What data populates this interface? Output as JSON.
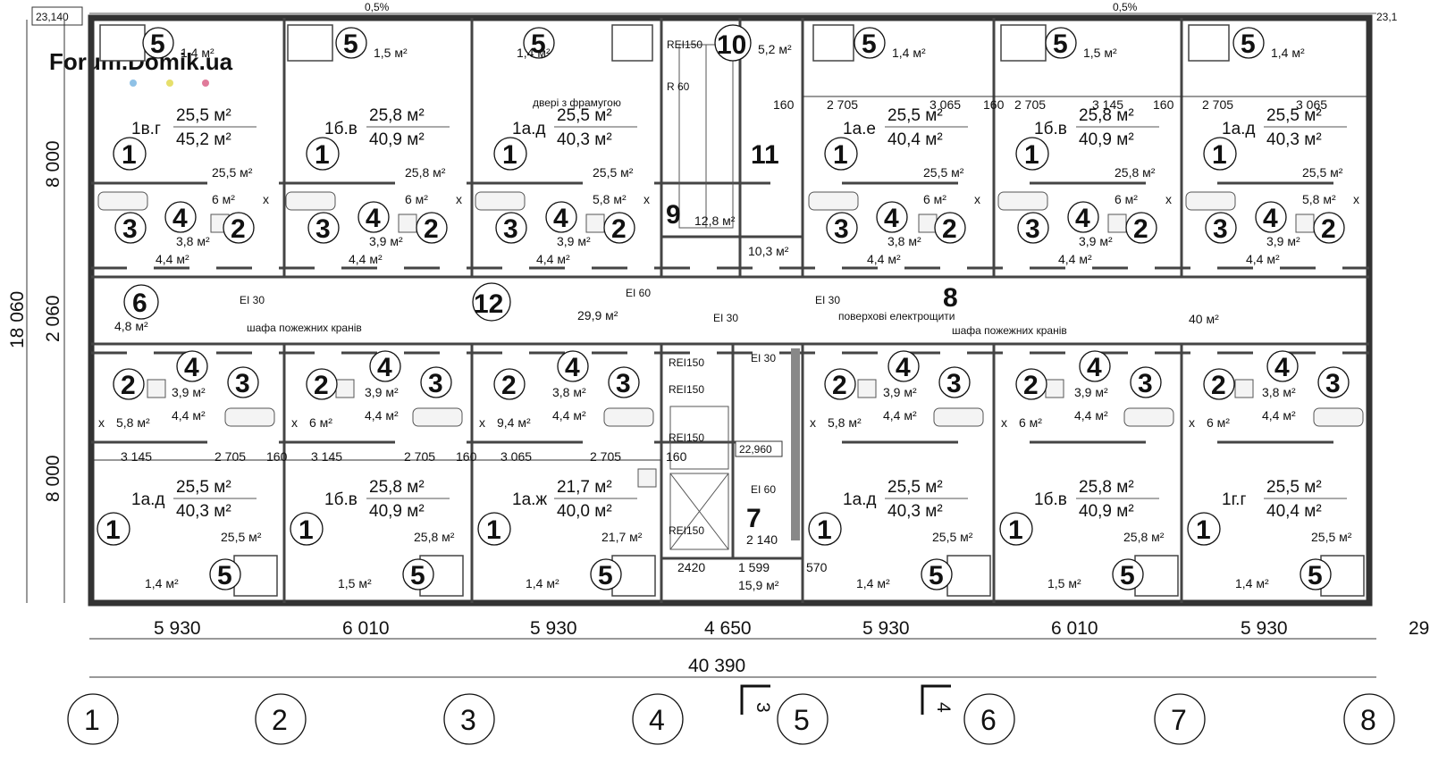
{
  "watermark": "Forum.Domik.ua",
  "corner_labels": {
    "top_left": "23,140",
    "top_right": "23,1",
    "right_dim": "29",
    "slope_a": "0,5%",
    "slope_b": "0,5%"
  },
  "vertical_dims": {
    "upper": "8 000",
    "corridor": "2 060",
    "lower": "8 000",
    "total": "18 060"
  },
  "bottom_dims": {
    "bays": [
      "5 930",
      "6 010",
      "5 930",
      "4 650",
      "5 930",
      "6 010",
      "5 930"
    ],
    "total": "40 390"
  },
  "axes": [
    "1",
    "2",
    "3",
    "4",
    "5",
    "6",
    "7",
    "8"
  ],
  "sections": {
    "a": "3",
    "b": "4"
  },
  "top_apartments": [
    {
      "type": "1в.г",
      "living": "25,5 м²",
      "total": "45,2 м²",
      "room": "25,5 м²",
      "loggia": "1,4 м²",
      "kitchen": "6 м²",
      "wc": "3,8 м²",
      "hall": "4,4 м²"
    },
    {
      "type": "1б.в",
      "living": "25,8 м²",
      "total": "40,9 м²",
      "room": "25,8 м²",
      "loggia": "1,5 м²",
      "kitchen": "6 м²",
      "wc": "3,9 м²",
      "hall": "4,4 м²"
    },
    {
      "type": "1а.д",
      "living": "25,5 м²",
      "total": "40,3 м²",
      "room": "25,5 м²",
      "loggia": "1,4 м²",
      "kitchen": "5,8 м²",
      "wc": "3,9 м²",
      "hall": "4,4 м²"
    },
    {
      "type": "1а.е",
      "living": "25,5 м²",
      "total": "40,4 м²",
      "room": "25,5 м²",
      "loggia": "1,4 м²",
      "kitchen": "6 м²",
      "wc": "3,8 м²",
      "hall": "4,4 м²"
    },
    {
      "type": "1б.в",
      "living": "25,8 м²",
      "total": "40,9 м²",
      "room": "25,8 м²",
      "loggia": "1,5 м²",
      "kitchen": "6 м²",
      "wc": "3,9 м²",
      "hall": "4,4 м²"
    },
    {
      "type": "1а.д",
      "living": "25,5 м²",
      "total": "40,3 м²",
      "room": "25,5 м²",
      "loggia": "1,4 м²",
      "kitchen": "5,8 м²",
      "wc": "3,9 м²",
      "hall": "4,4 м²"
    }
  ],
  "bottom_apartments": [
    {
      "type": "1а.д",
      "living": "25,5 м²",
      "total": "40,3 м²",
      "room": "25,5 м²",
      "loggia": "1,4 м²",
      "kitchen": "5,8 м²",
      "wc": "3,9 м²",
      "hall": "4,4 м²"
    },
    {
      "type": "1б.в",
      "living": "25,8 м²",
      "total": "40,9 м²",
      "room": "25,8 м²",
      "loggia": "1,5 м²",
      "kitchen": "6 м²",
      "wc": "3,9 м²",
      "hall": "4,4 м²"
    },
    {
      "type": "1а.ж",
      "living": "21,7 м²",
      "total": "40,0 м²",
      "room": "21,7 м²",
      "loggia": "1,4 м²",
      "kitchen": "9,4 м²",
      "wc": "3,8 м²",
      "hall": "4,4 м²"
    },
    {
      "type": "1а.д",
      "living": "25,5 м²",
      "total": "40,3 м²",
      "room": "25,5 м²",
      "loggia": "1,4 м²",
      "kitchen": "5,8 м²",
      "wc": "3,9 м²",
      "hall": "4,4 м²"
    },
    {
      "type": "1б.в",
      "living": "25,8 м²",
      "total": "40,9 м²",
      "room": "25,8 м²",
      "loggia": "1,5 м²",
      "kitchen": "6 м²",
      "wc": "3,9 м²",
      "hall": "4,4 м²"
    },
    {
      "type": "1г.г",
      "living": "25,5 м²",
      "total": "40,4 м²",
      "room": "25,5 м²",
      "loggia": "1,4 м²",
      "kitchen": "6 м²",
      "wc": "3,8 м²",
      "hall": "4,4 м²"
    }
  ],
  "inner_dims": {
    "top": [
      "160",
      "2 705",
      "3 065",
      "160",
      "2 705",
      "3 145",
      "160",
      "2 705",
      "3 065"
    ],
    "bottom": [
      "3 145",
      "2 705",
      "160",
      "3 145",
      "2 705",
      "160",
      "3 065",
      "2 705",
      "160"
    ],
    "core_right": "160"
  },
  "core": {
    "r10_area": "5,2 м²",
    "r9_area": "12,8 м²",
    "lobby_area": "10,3 м²",
    "r7_dims": "2 140",
    "r7_w": "2420",
    "r7_w2": "1 599",
    "r7_w3": "570",
    "r7_area": "15,9 м²",
    "mark": "22,960",
    "rei150": "REI150",
    "r60": "R 60",
    "ei60": "EI 60",
    "ei30": "EI 30",
    "door_note": "двері з фрамугою"
  },
  "corridor": {
    "r6_area": "4,8 м²",
    "r12_area": "29,9 м²",
    "r8_area": "40 м²",
    "hydrant_1": "шафа пожежних кранів",
    "hydrant_2": "шафа пожежних кранів",
    "panels": "поверхові електрощити"
  },
  "labels": {
    "n1": "1",
    "n2": "2",
    "n3": "3",
    "n4": "4",
    "n5": "5",
    "n6": "6",
    "n7": "7",
    "n8": "8",
    "n9": "9",
    "n10": "10",
    "n11": "11",
    "n12": "12",
    "x": "х"
  }
}
